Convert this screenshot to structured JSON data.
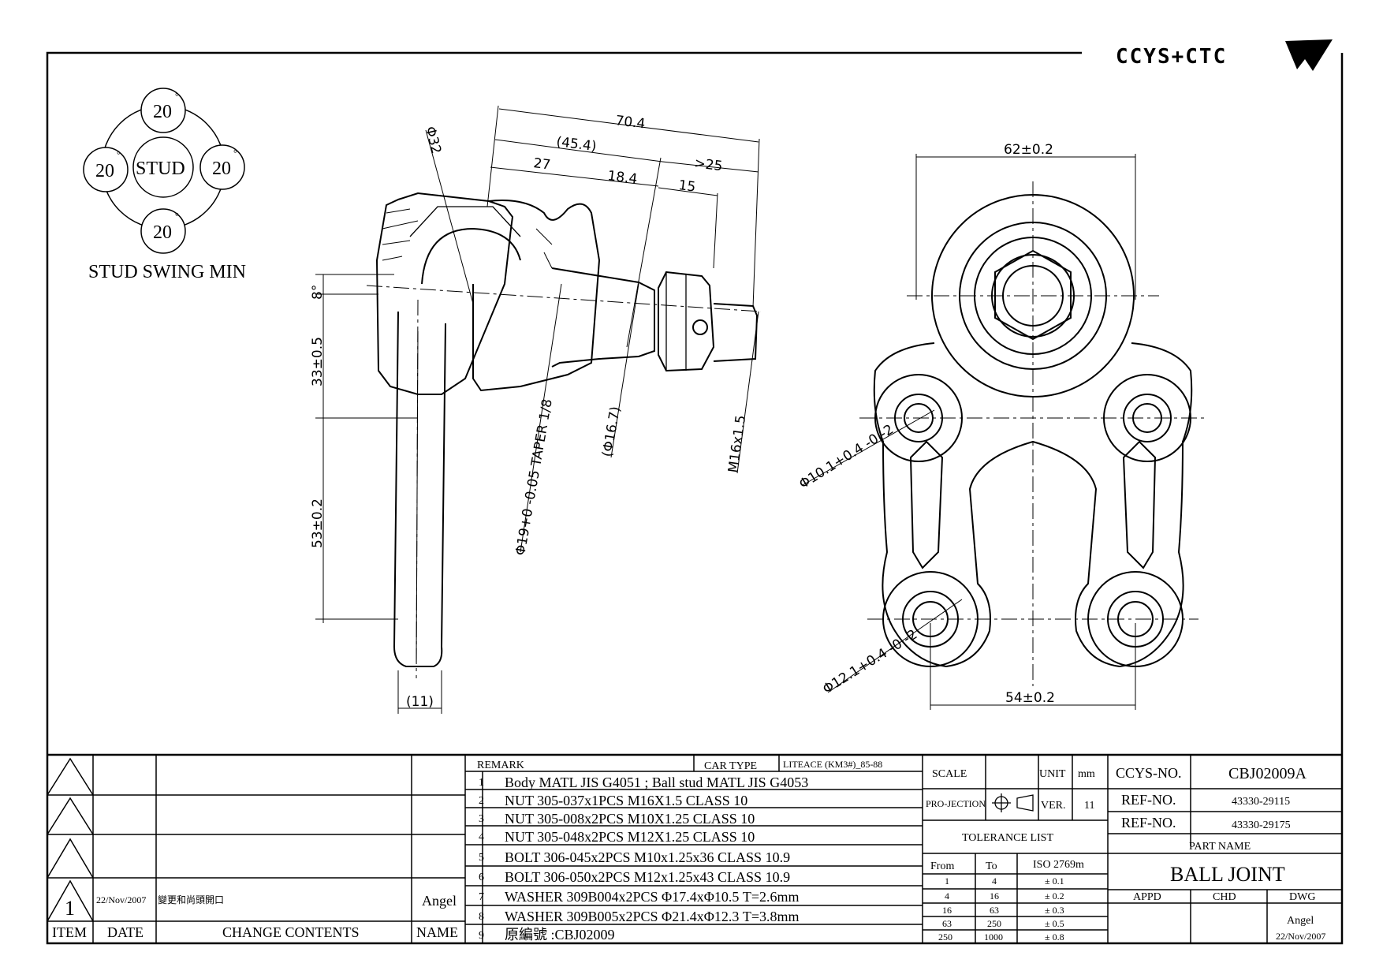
{
  "logo": {
    "text": "CCYS+CTC"
  },
  "swing": {
    "top": "20",
    "left": "20",
    "right": "20",
    "bottom": "20",
    "deg": "°",
    "center": "STUD",
    "caption": "STUD SWING MIN"
  },
  "side_view": {
    "d_overall": "70.4",
    "d_45": "(45.4)",
    "d_27": "27",
    "d_184": "18.4",
    "d_25": ">25",
    "d_15": "15",
    "d_phi32": "Φ32",
    "d_8deg": "8°",
    "d_33": "33±0.5",
    "d_53": "53±0.2",
    "d_11": "(11)",
    "d_taper": "Φ19+0 -0.05 TAPER 1/8",
    "d_167": "(Φ16.7)",
    "d_m16": "M16x1.5"
  },
  "front_view": {
    "d_62": "62±0.2",
    "d_54": "54±0.2",
    "d_hole1": "Φ10.1+0.4 -0 -2",
    "d_hole2": "Φ12.1+0.4 -0 -2"
  },
  "revision": {
    "item": "1",
    "date": "22/Nov/2007",
    "content": "變更和尚頭開口",
    "name": "Angel",
    "headers": {
      "item": "ITEM",
      "date": "DATE",
      "contents": "CHANGE CONTENTS",
      "name": "NAME"
    }
  },
  "remark": {
    "label": "REMARK",
    "car_type_label": "CAR TYPE",
    "car_type": "LITEACE (KM3#)_85-88",
    "rows": [
      {
        "n": "1",
        "t": "Body MATL JIS G4051 ; Ball stud MATL JIS G4053"
      },
      {
        "n": "2",
        "t": "NUT 305-037x1PCS M16X1.5 CLASS 10"
      },
      {
        "n": "3",
        "t": "NUT 305-008x2PCS M10X1.25 CLASS 10"
      },
      {
        "n": "4",
        "t": "NUT 305-048x2PCS M12X1.25 CLASS 10"
      },
      {
        "n": "5",
        "t": "BOLT 306-045x2PCS M10x1.25x36 CLASS 10.9"
      },
      {
        "n": "6",
        "t": "BOLT 306-050x2PCS M12x1.25x43 CLASS 10.9"
      },
      {
        "n": "7",
        "t": "WASHER 309B004x2PCS Φ17.4xΦ10.5 T=2.6mm"
      },
      {
        "n": "8",
        "t": "WASHER 309B005x2PCS Φ21.4xΦ12.3 T=3.8mm"
      },
      {
        "n": "9",
        "t": "原編號 :CBJ02009"
      }
    ]
  },
  "scale_block": {
    "scale": "SCALE",
    "unit": "UNIT",
    "mm": "mm",
    "projection": "PRO-JECTION",
    "ver": "VER.",
    "ver_val": "11",
    "tolerance_title": "TOLERANCE LIST",
    "tol_headers": {
      "from": "From",
      "to": "To",
      "iso": "ISO 2769m"
    },
    "tolerance": [
      {
        "from": "1",
        "to": "4",
        "tol": "± 0.1"
      },
      {
        "from": "4",
        "to": "16",
        "tol": "± 0.2"
      },
      {
        "from": "16",
        "to": "63",
        "tol": "± 0.3"
      },
      {
        "from": "63",
        "to": "250",
        "tol": "± 0.5"
      },
      {
        "from": "250",
        "to": "1000",
        "tol": "± 0.8"
      }
    ]
  },
  "title_block": {
    "ccys_label": "CCYS-NO.",
    "ccys_no": "CBJ02009A",
    "ref_label": "REF-NO.",
    "ref1": "43330-29115",
    "ref2": "43330-29175",
    "part_name_label": "PART NAME",
    "part_name": "BALL JOINT",
    "appd": "APPD",
    "chd": "CHD",
    "dwg": "DWG",
    "drawer": "Angel",
    "dwg_date": "22/Nov/2007"
  }
}
